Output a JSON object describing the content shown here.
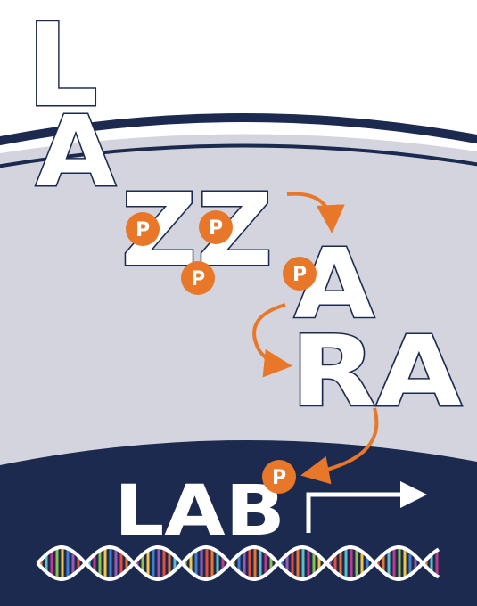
{
  "colors": {
    "navy": "#1b2a4e",
    "membrane_gray": "#d3d4dd",
    "orange": "#e8772a",
    "white": "#ffffff"
  },
  "title_letters": {
    "l": "L",
    "a": "A",
    "zz": "ZZ",
    "a2": "A",
    "ra": "RA"
  },
  "nucleus": {
    "label": "LAB"
  },
  "phospho_marker": "P",
  "icons": [
    "phosphate-icon",
    "curved-arrow-icon",
    "transcription-arrow-icon",
    "dna-helix-icon"
  ]
}
